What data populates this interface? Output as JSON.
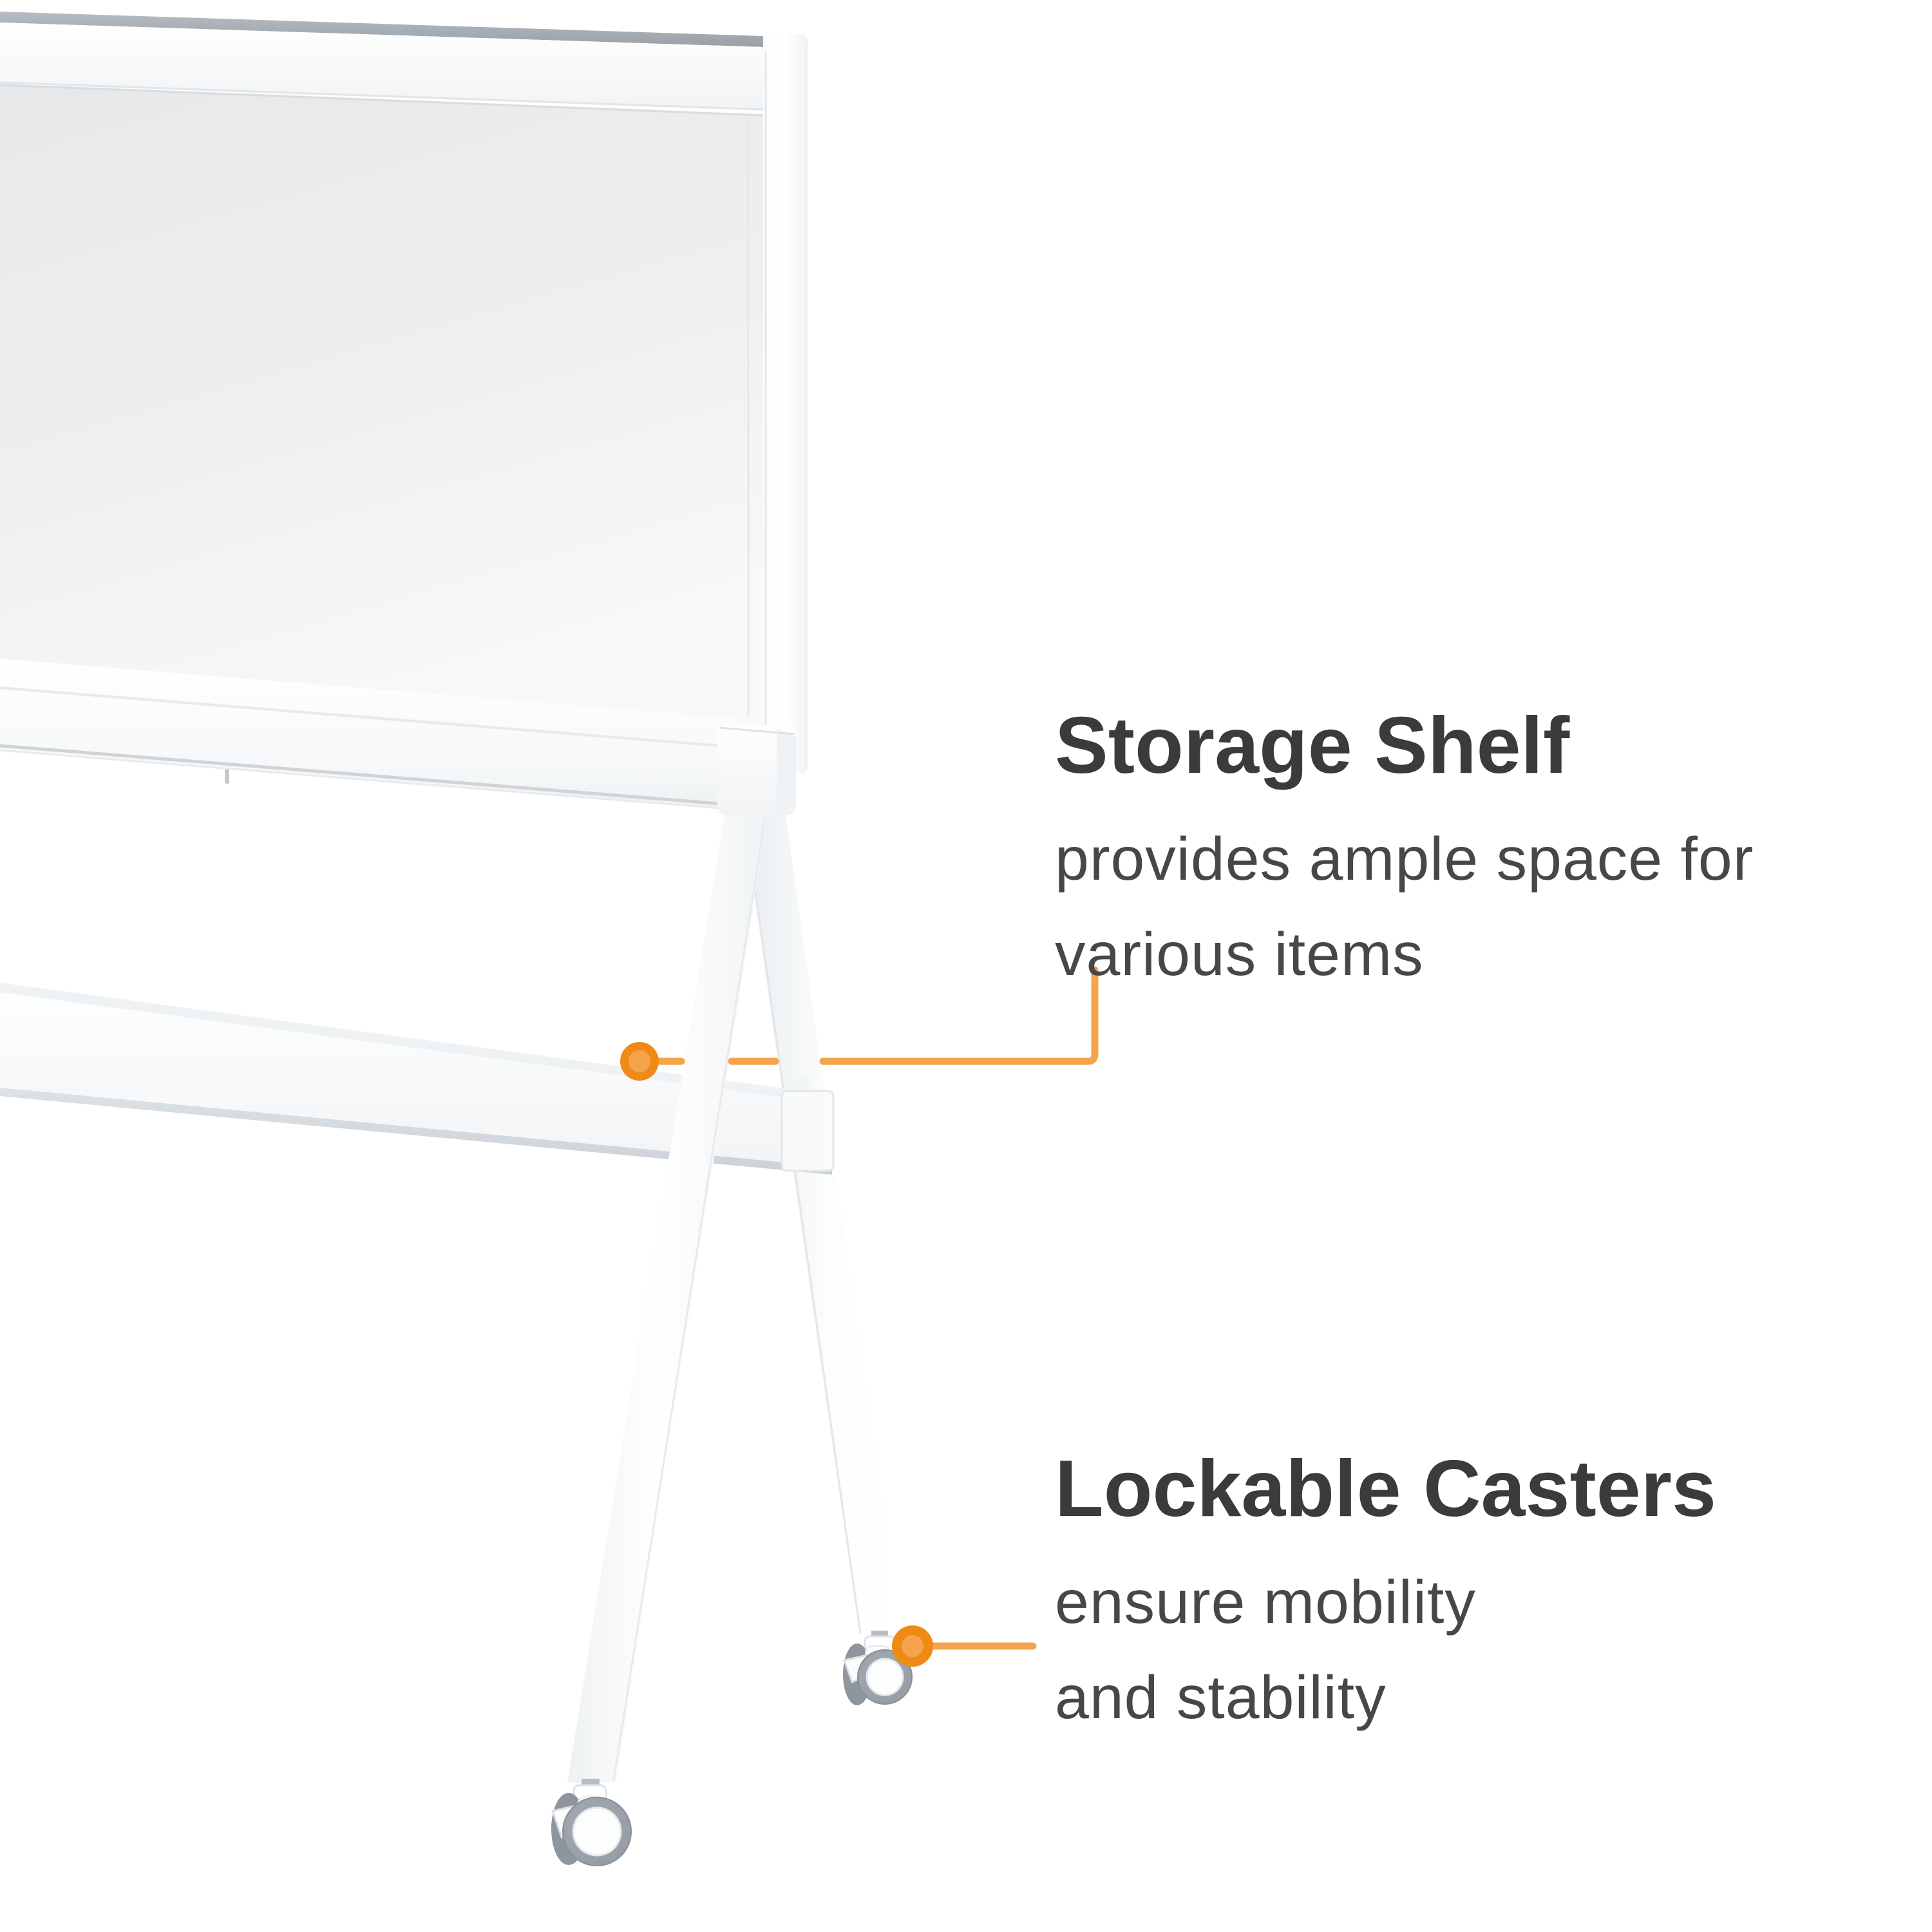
{
  "colors": {
    "background": "#ffffff",
    "accent": "#EF8A14",
    "accent_light": "#F6A44C",
    "title_text": "#3B3B3B",
    "body_text": "#474747",
    "frame_silver": "#A3ABB3",
    "board_surface": "#EDEEEF",
    "caster_tire": "#9AA1A8",
    "caster_tire_dark": "#8E959D"
  },
  "callouts": [
    {
      "id": "storage-shelf",
      "title": "Storage Shelf",
      "lines": [
        "provides ample space for",
        "various items"
      ]
    },
    {
      "id": "lockable-casters",
      "title": "Lockable Casters",
      "lines": [
        "ensure mobility",
        "and stability"
      ]
    }
  ]
}
